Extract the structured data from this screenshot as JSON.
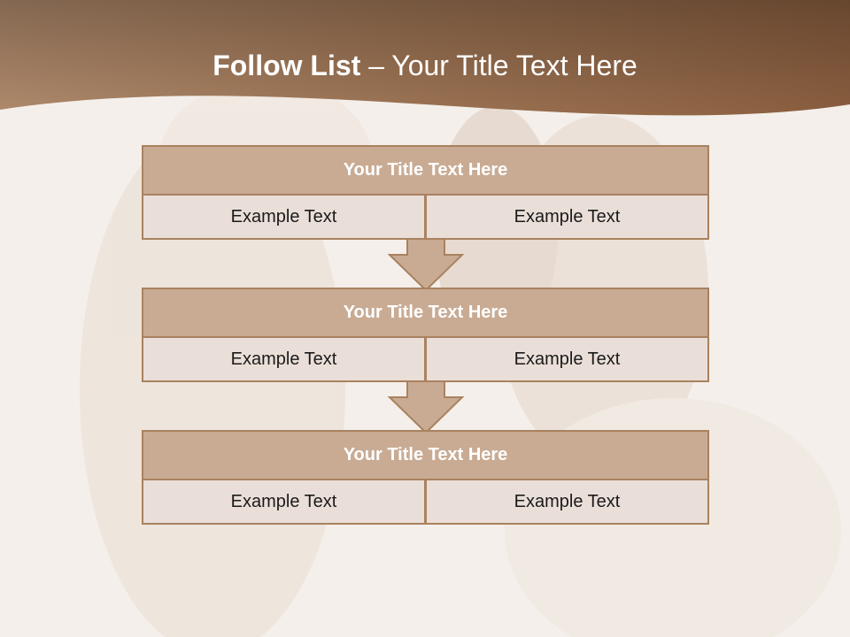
{
  "title": {
    "bold": "Follow List",
    "rest": " – Your Title Text Here"
  },
  "colors": {
    "header_band": "#a87654",
    "block_header_fill": "#c9ab94",
    "block_cell_fill": "#eadfd8",
    "border": "#a9825f",
    "background": "#f4efea"
  },
  "steps": [
    {
      "title": "Your Title Text Here",
      "left": "Example Text",
      "right": "Example Text"
    },
    {
      "title": "Your Title Text Here",
      "left": "Example Text",
      "right": "Example Text"
    },
    {
      "title": "Your Title Text Here",
      "left": "Example Text",
      "right": "Example Text"
    }
  ]
}
